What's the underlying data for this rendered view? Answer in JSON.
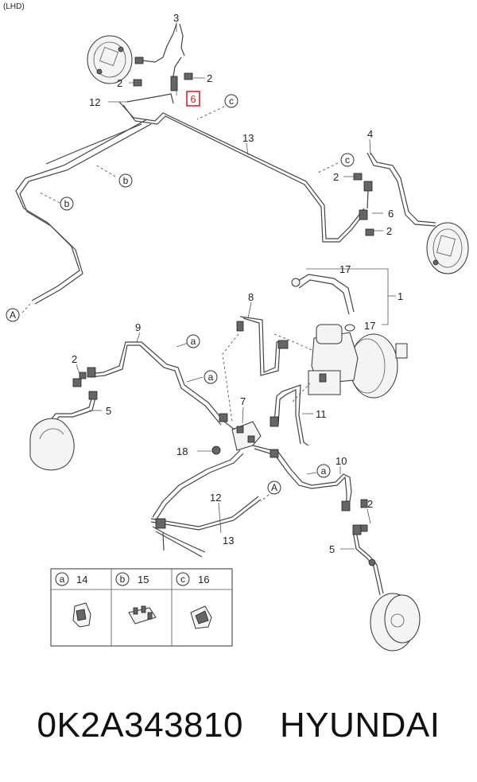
{
  "drive_side": "(LHD)",
  "highlighted_callout": "6",
  "callouts": [
    "1",
    "2",
    "3",
    "4",
    "5",
    "6",
    "7",
    "8",
    "9",
    "10",
    "11",
    "12",
    "13",
    "17",
    "18"
  ],
  "ref_markers": [
    "a",
    "b",
    "c",
    "A"
  ],
  "legend_table": [
    {
      "marker": "a",
      "part": "14",
      "icon": "clip-icon"
    },
    {
      "marker": "b",
      "part": "15",
      "icon": "clip-icon"
    },
    {
      "marker": "c",
      "part": "16",
      "icon": "clip-icon"
    }
  ],
  "part_number": "0K2A343810",
  "brand": "HYUNDAI",
  "colors": {
    "highlight": "#e21f26",
    "line": "#333333",
    "background": "#ffffff"
  }
}
